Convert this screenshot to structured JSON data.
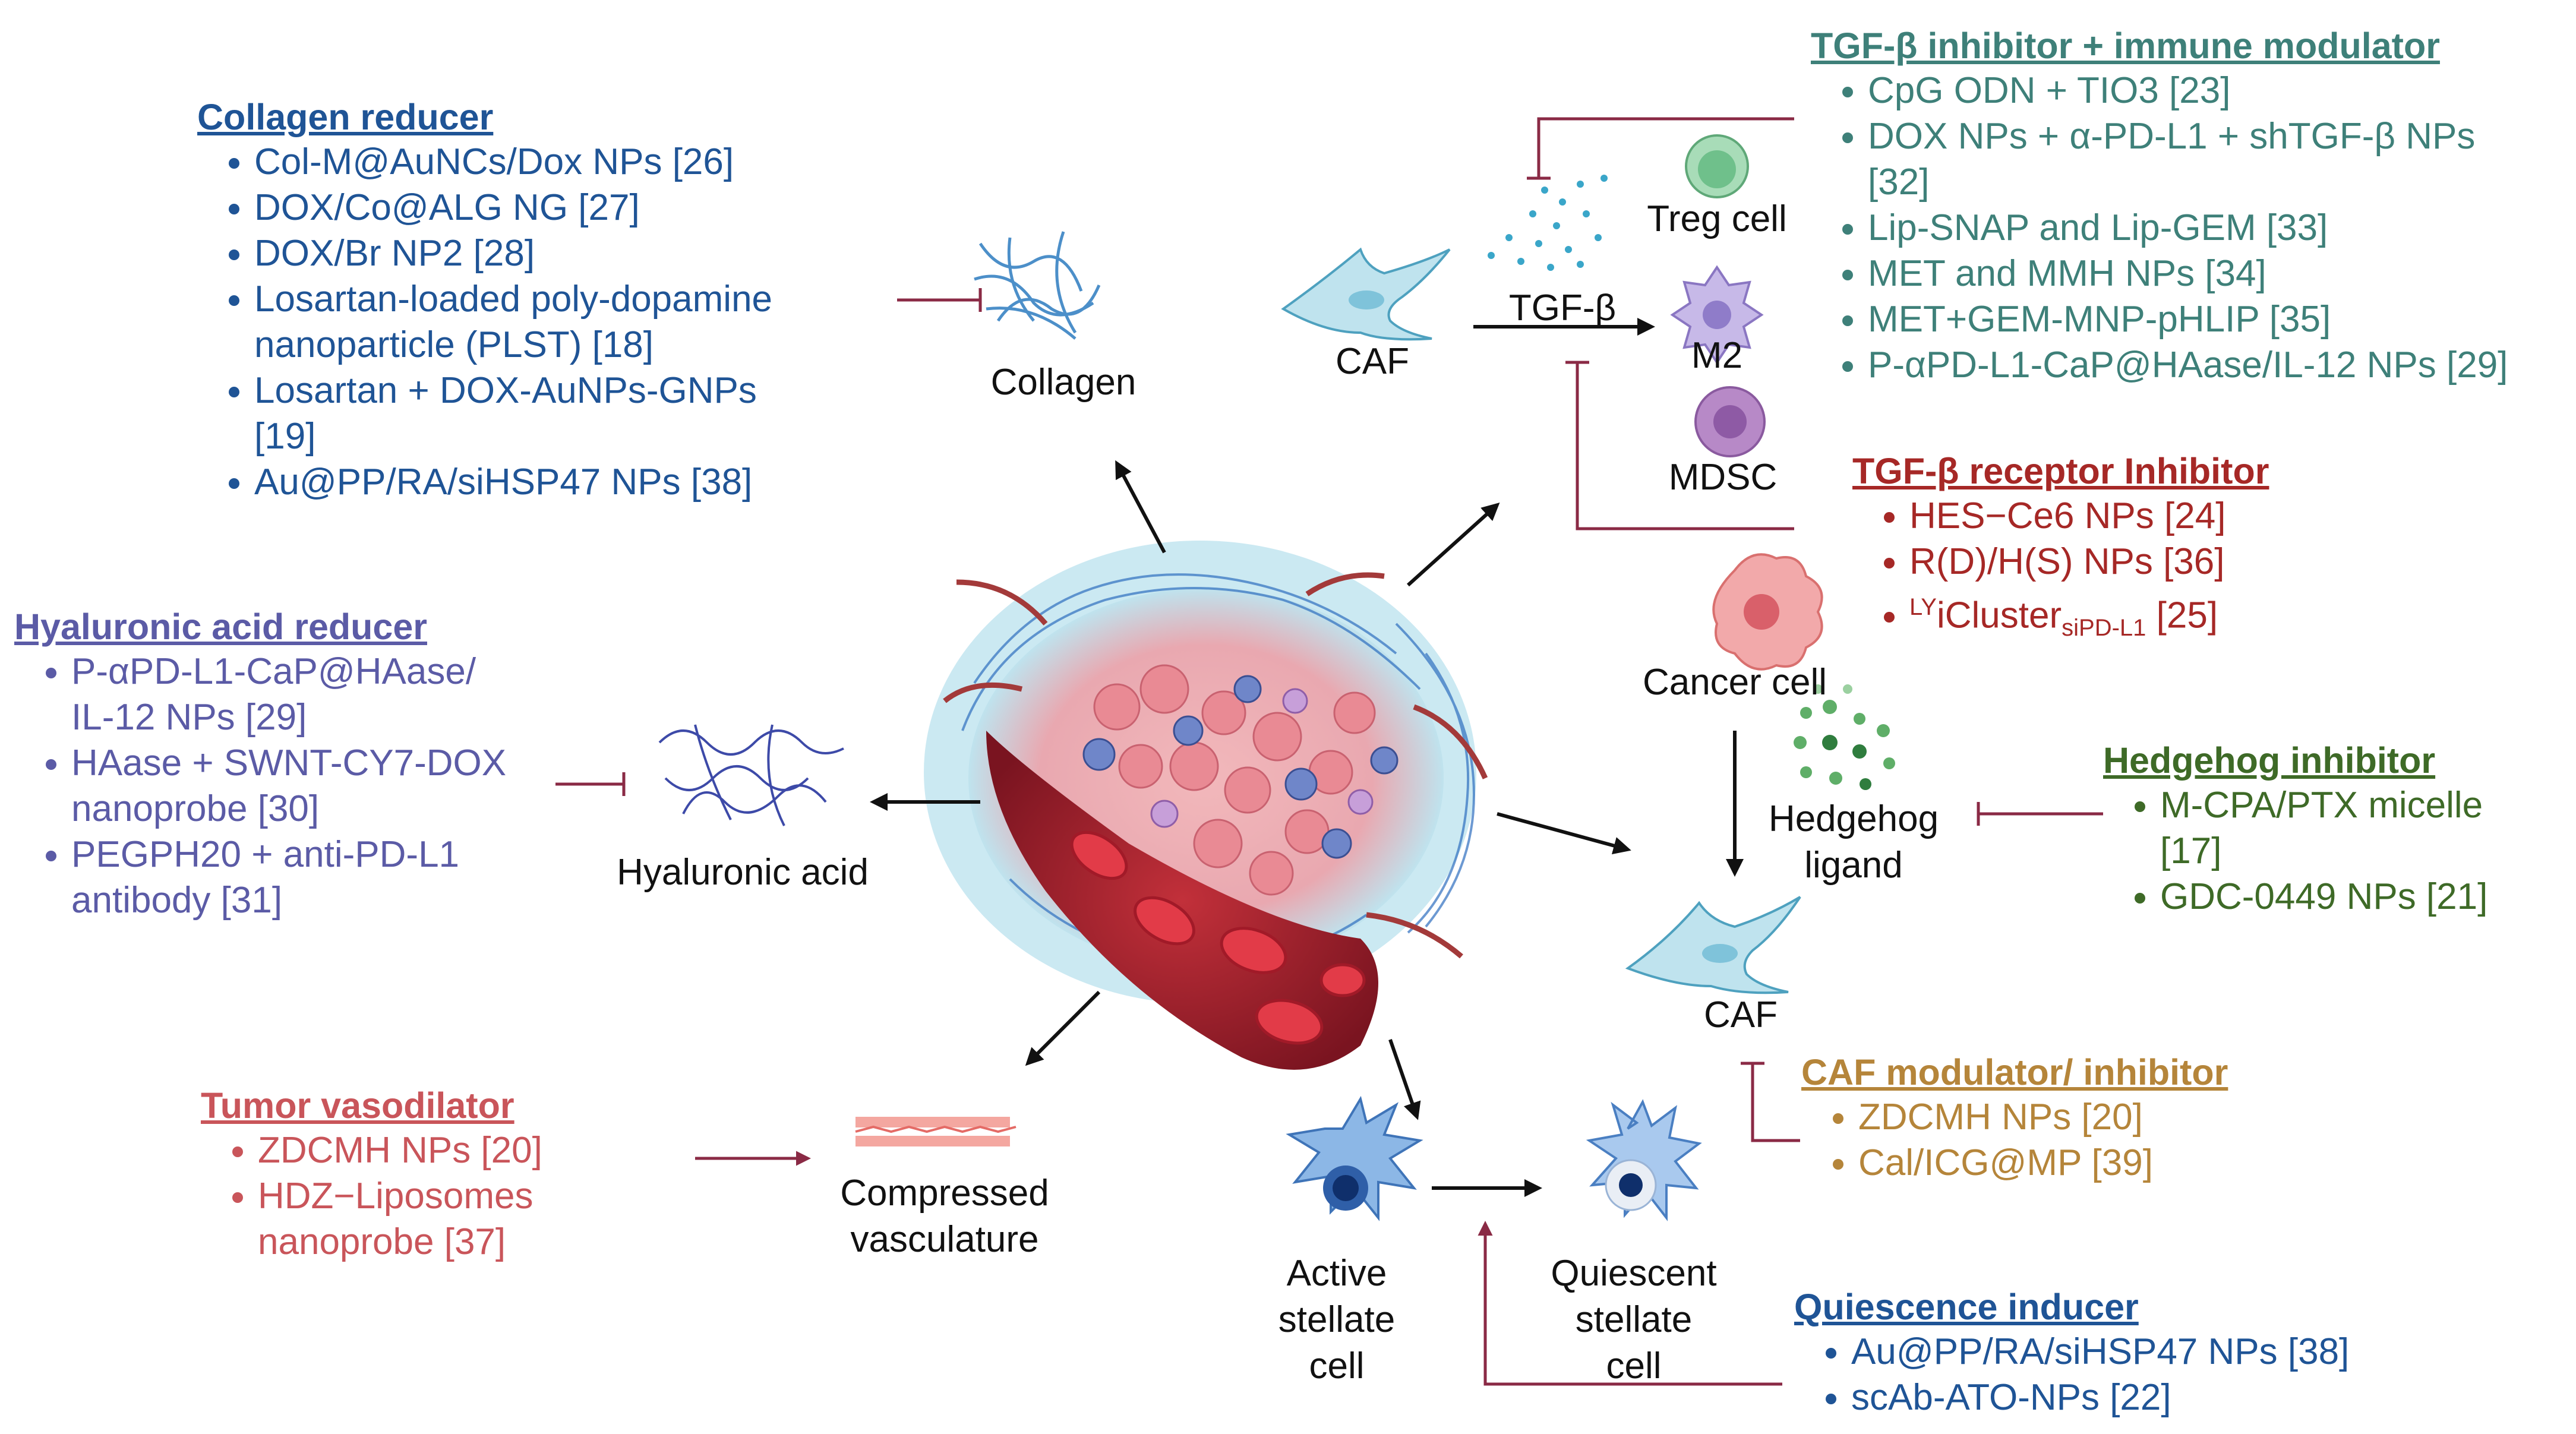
{
  "groups": {
    "collagen": {
      "title": "Collagen reducer",
      "items": [
        "Col-M@AuNCs/Dox NPs [26]",
        "DOX/Co@ALG NG [27]",
        "DOX/Br NP2 [28]",
        "Losartan-loaded poly-dopamine\nnanoparticle (PLST) [18]",
        "Losartan + DOX-AuNPs-GNPs\n[19]",
        "Au@PP/RA/siHSP47 NPs [38]"
      ],
      "color": "#1f5496"
    },
    "tgf_immune": {
      "title": "TGF-β inhibitor + immune modulator",
      "items": [
        "CpG ODN + TIO3 [23]",
        "DOX NPs + α-PD-L1 + shTGF-β NPs\n[32]",
        "Lip-SNAP and Lip-GEM [33]",
        "MET and MMH NPs [34]",
        "MET+GEM-MNP-pHLIP [35]",
        "P-αPD-L1-CaP@HAase/IL-12 NPs [29]"
      ],
      "color": "#3e8079"
    },
    "tgf_receptor": {
      "title": "TGF-β receptor Inhibitor",
      "items": [
        "HES−Ce6 NPs [24]",
        "R(D)/H(S) NPs [36]"
      ],
      "item3": {
        "sup": "LY",
        "main": "iCluster",
        "sub": "siPD-L1",
        "ref": " [25]"
      },
      "color": "#a62826"
    },
    "hyaluronic": {
      "title": "Hyaluronic acid reducer",
      "items": [
        "P-αPD-L1-CaP@HAase/\nIL-12 NPs [29]",
        "HAase + SWNT-CY7-DOX\nnanoprobe [30]",
        "PEGPH20 + anti-PD-L1\nantibody [31]"
      ],
      "color": "#5b5ba6"
    },
    "hedgehog": {
      "title": "Hedgehog inhibitor",
      "items": [
        "M-CPA/PTX micelle\n[17]",
        "GDC-0449 NPs [21]"
      ],
      "color": "#3e6a27"
    },
    "vasodilator": {
      "title": "Tumor vasodilator",
      "items": [
        "ZDCMH NPs [20]",
        "HDZ−Liposomes\nnanoprobe [37]"
      ],
      "color": "#c9555a"
    },
    "caf_mod": {
      "title": "CAF modulator/ inhibitor",
      "items": [
        "ZDCMH NPs [20]",
        "Cal/ICG@MP [39]"
      ],
      "color": "#b5853a"
    },
    "quiescence": {
      "title": "Quiescence inducer",
      "items": [
        "Au@PP/RA/siHSP47 NPs [38]",
        "scAb-ATO-NPs [22]"
      ],
      "color": "#1f5496"
    }
  },
  "labels": {
    "collagen": "Collagen",
    "caf_top": "CAF",
    "tgf_beta": "TGF-β",
    "treg": "Treg cell",
    "m2": "M2",
    "mdsc": "MDSC",
    "cancer_cell": "Cancer cell",
    "hedgehog_ligand": "Hedgehog\nligand",
    "caf_right": "CAF",
    "hyaluronic_acid": "Hyaluronic acid",
    "compressed": "Compressed\nvasculature",
    "active_stellate": "Active\nstellate\ncell",
    "quiescent_stellate": "Quiescent\nstellate\ncell"
  }
}
